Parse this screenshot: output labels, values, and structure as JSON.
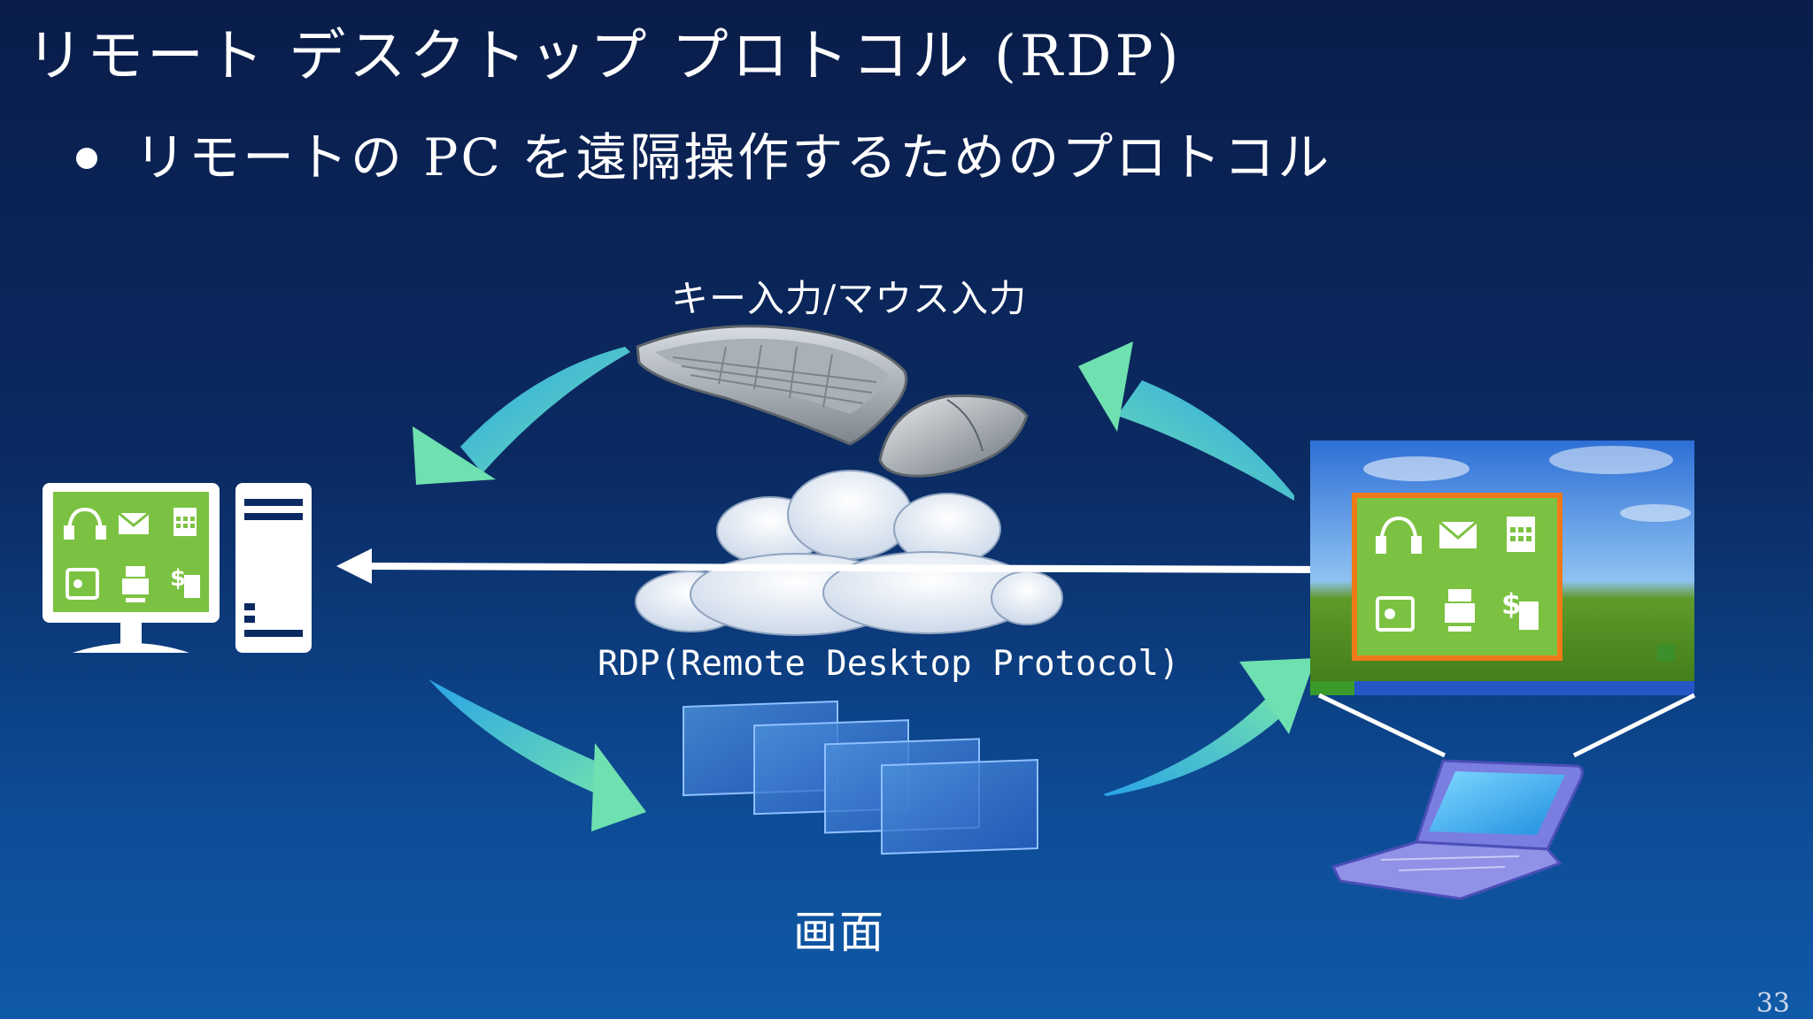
{
  "slide": {
    "title": "リモート デスクトップ プロトコル (RDP)",
    "bullet": "リモートの PC を遠隔操作するためのプロトコル",
    "page_number": "33"
  },
  "diagram": {
    "input_label": "キー入力/マウス入力",
    "protocol_label": "RDP(Remote Desktop Protocol)",
    "screen_label": "画面",
    "colors": {
      "app_green": "#7cc242",
      "highlight_orange": "#f07a18",
      "arrow_start": "#2aa4e8",
      "arrow_end": "#6fe0b0"
    },
    "icons": [
      "headphones-icon",
      "mail-icon",
      "calendar-icon",
      "safe-icon",
      "cash-register-icon",
      "calculator-icon"
    ]
  }
}
